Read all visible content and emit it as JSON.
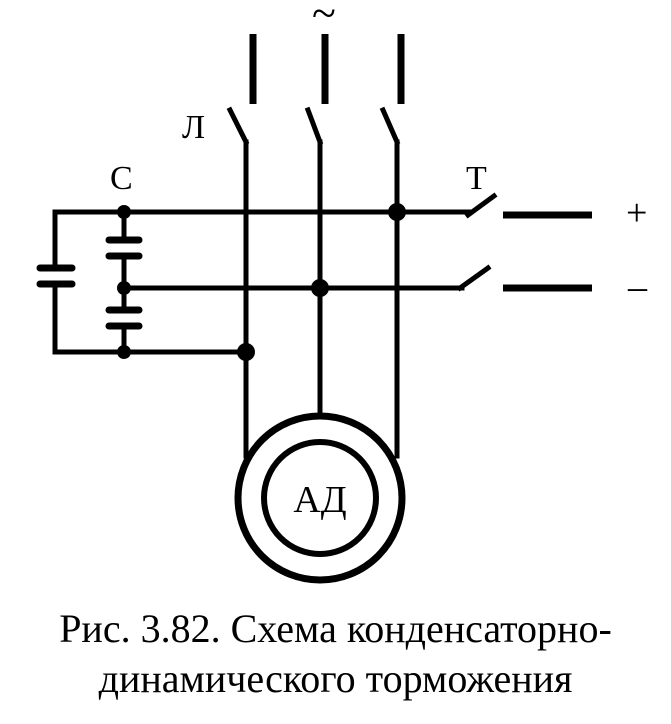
{
  "diagram": {
    "labels": {
      "ac_symbol": "~",
      "line_switch": "Л",
      "capacitor": "С",
      "dc_switch": "Т",
      "plus": "+",
      "minus": "–",
      "motor": "АД"
    }
  },
  "caption": {
    "line1": "Рис. 3.82. Схема конденсаторно-",
    "line2": "динамического торможения"
  }
}
